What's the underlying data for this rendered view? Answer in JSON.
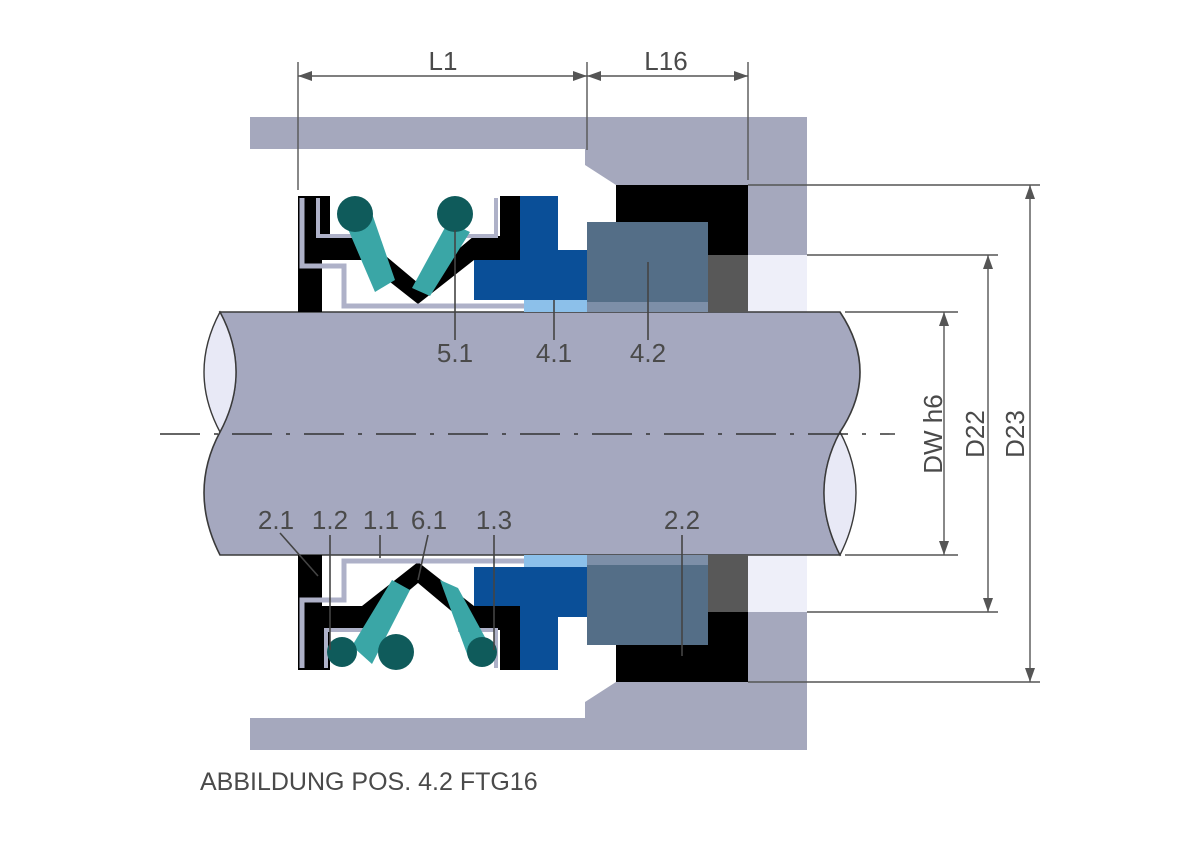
{
  "dimensions": {
    "l1": "L1",
    "l16": "L16",
    "dw": "DW h6",
    "d22": "D22",
    "d23": "D23"
  },
  "parts": {
    "p5_1": "5.1",
    "p4_1": "4.1",
    "p4_2": "4.2",
    "p2_1": "2.1",
    "p1_2": "1.2",
    "p1_1": "1.1",
    "p6_1": "6.1",
    "p1_3": "1.3",
    "p2_2": "2.2"
  },
  "caption": "ABBILDUNG POS. 4.2 FTG16",
  "colors": {
    "housing": "#a5a8bd",
    "shaft": "#a5a8bf",
    "shaft_end": "#e8e9f6",
    "rubber": "#000000",
    "spring": "#0f5b5b",
    "spring_light": "#3aa6a6",
    "seat_ring": "#0a4f98",
    "seat_ring_light": "#8cc0ea",
    "stationary": "#546e87",
    "oring": "#585858",
    "metal": "#aeb1c8"
  }
}
